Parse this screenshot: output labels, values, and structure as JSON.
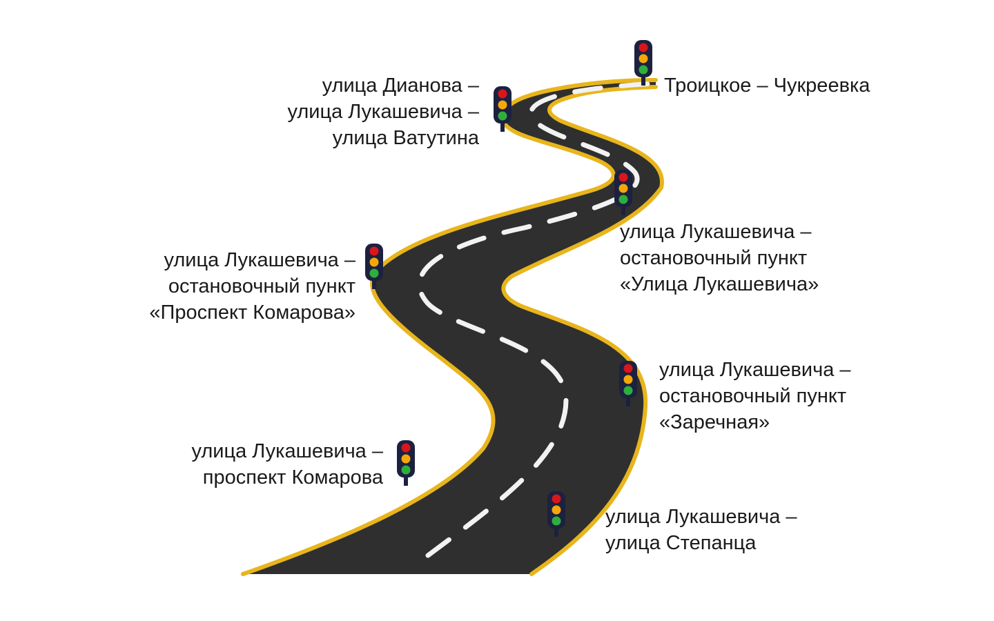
{
  "colors": {
    "asphalt": "#2f2f2f",
    "edge_line": "#e8b51c",
    "lane_mark": "#f2f2f2",
    "light_body": "#1c2140",
    "light_red": "#d8161b",
    "light_amber": "#f5a70a",
    "light_green": "#2fae3c"
  },
  "stops": [
    {
      "id": "troitskoe",
      "lines": [
        "Троицкое – Чукреевка"
      ]
    },
    {
      "id": "dianova",
      "lines": [
        "улица Дианова –",
        "улица Лукашевича –",
        "улица Ватутина"
      ]
    },
    {
      "id": "op-lukashevicha",
      "lines": [
        "улица Лукашевича –",
        "остановочный пункт",
        "«Улица Лукашевича»"
      ]
    },
    {
      "id": "op-komarova",
      "lines": [
        "улица Лукашевича –",
        "остановочный пункт",
        "«Проспект Комарова»"
      ]
    },
    {
      "id": "op-zarechnaya",
      "lines": [
        "улица Лукашевича –",
        "остановочный пункт",
        "«Заречная»"
      ]
    },
    {
      "id": "pr-komarova",
      "lines": [
        "улица Лукашевича –",
        "проспект Комарова"
      ]
    },
    {
      "id": "stepantsa",
      "lines": [
        "улица Лукашевича –",
        "улица Степанца"
      ]
    }
  ]
}
